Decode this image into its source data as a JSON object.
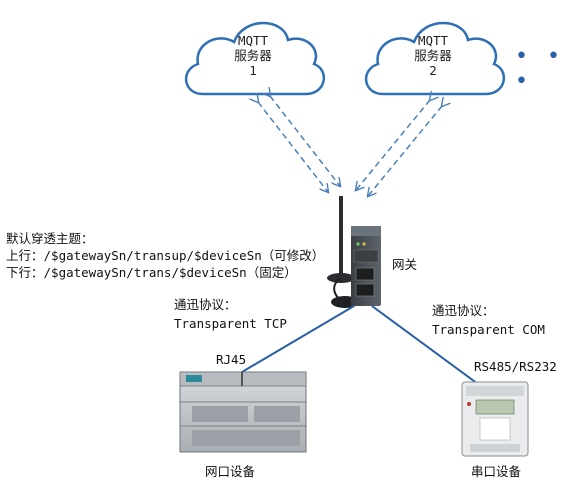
{
  "clouds": [
    {
      "line1": "MQTT",
      "line2": "服务器",
      "line3": "1"
    },
    {
      "line1": "MQTT",
      "line2": "服务器",
      "line3": "2"
    }
  ],
  "more_indicator": "• • •",
  "topics": {
    "heading": "默认穿透主题：",
    "up_prefix": "上行：",
    "up_path": "/$gatewaySn/transup/$deviceSn",
    "up_note": "（可修改）",
    "down_prefix": "下行：",
    "down_path": "/$gatewaySn/trans/$deviceSn",
    "down_note": "（固定）"
  },
  "gateway": {
    "label": "网关"
  },
  "left_link": {
    "protocol_heading": "通迅协议：",
    "protocol": "Transparent TCP",
    "port": "RJ45"
  },
  "right_link": {
    "protocol_heading": "通迅协议：",
    "protocol": "Transparent COM",
    "port": "RS485/RS232"
  },
  "devices": {
    "network": "网口设备",
    "serial": "串口设备"
  },
  "colors": {
    "cloud_stroke": "#2f6fb6",
    "link": "#2b5fa8",
    "arrow": "#4a7fb8"
  }
}
